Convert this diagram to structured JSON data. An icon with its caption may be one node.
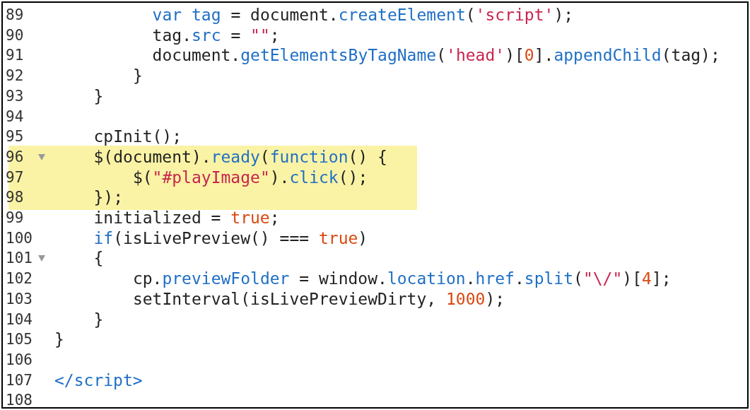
{
  "diagram": {
    "labels": [
      "89",
      "var tag = document.createElement('script');",
      "90",
      "tag.src = \"\";",
      "91",
      "document.getElementsByTagName('head')[0].appendChild(tag);",
      "92",
      "}",
      "93",
      "}",
      "94",
      "95",
      "cpInit();",
      "96",
      "$(document).ready(function() {",
      "97",
      "$(\"#playImage\").click();",
      "98",
      "});",
      "99",
      "initialized = true;",
      "100",
      "if(isLivePreview() === true)",
      "101",
      "{",
      "102",
      "cp.previewFolder = window.location.href.split(\"\\/\")[4];",
      "103",
      "setInterval(isLivePreviewDirty, 1000);",
      "104",
      "}",
      "105",
      "}",
      "106",
      "107",
      "</script>",
      "108"
    ]
  }
}
